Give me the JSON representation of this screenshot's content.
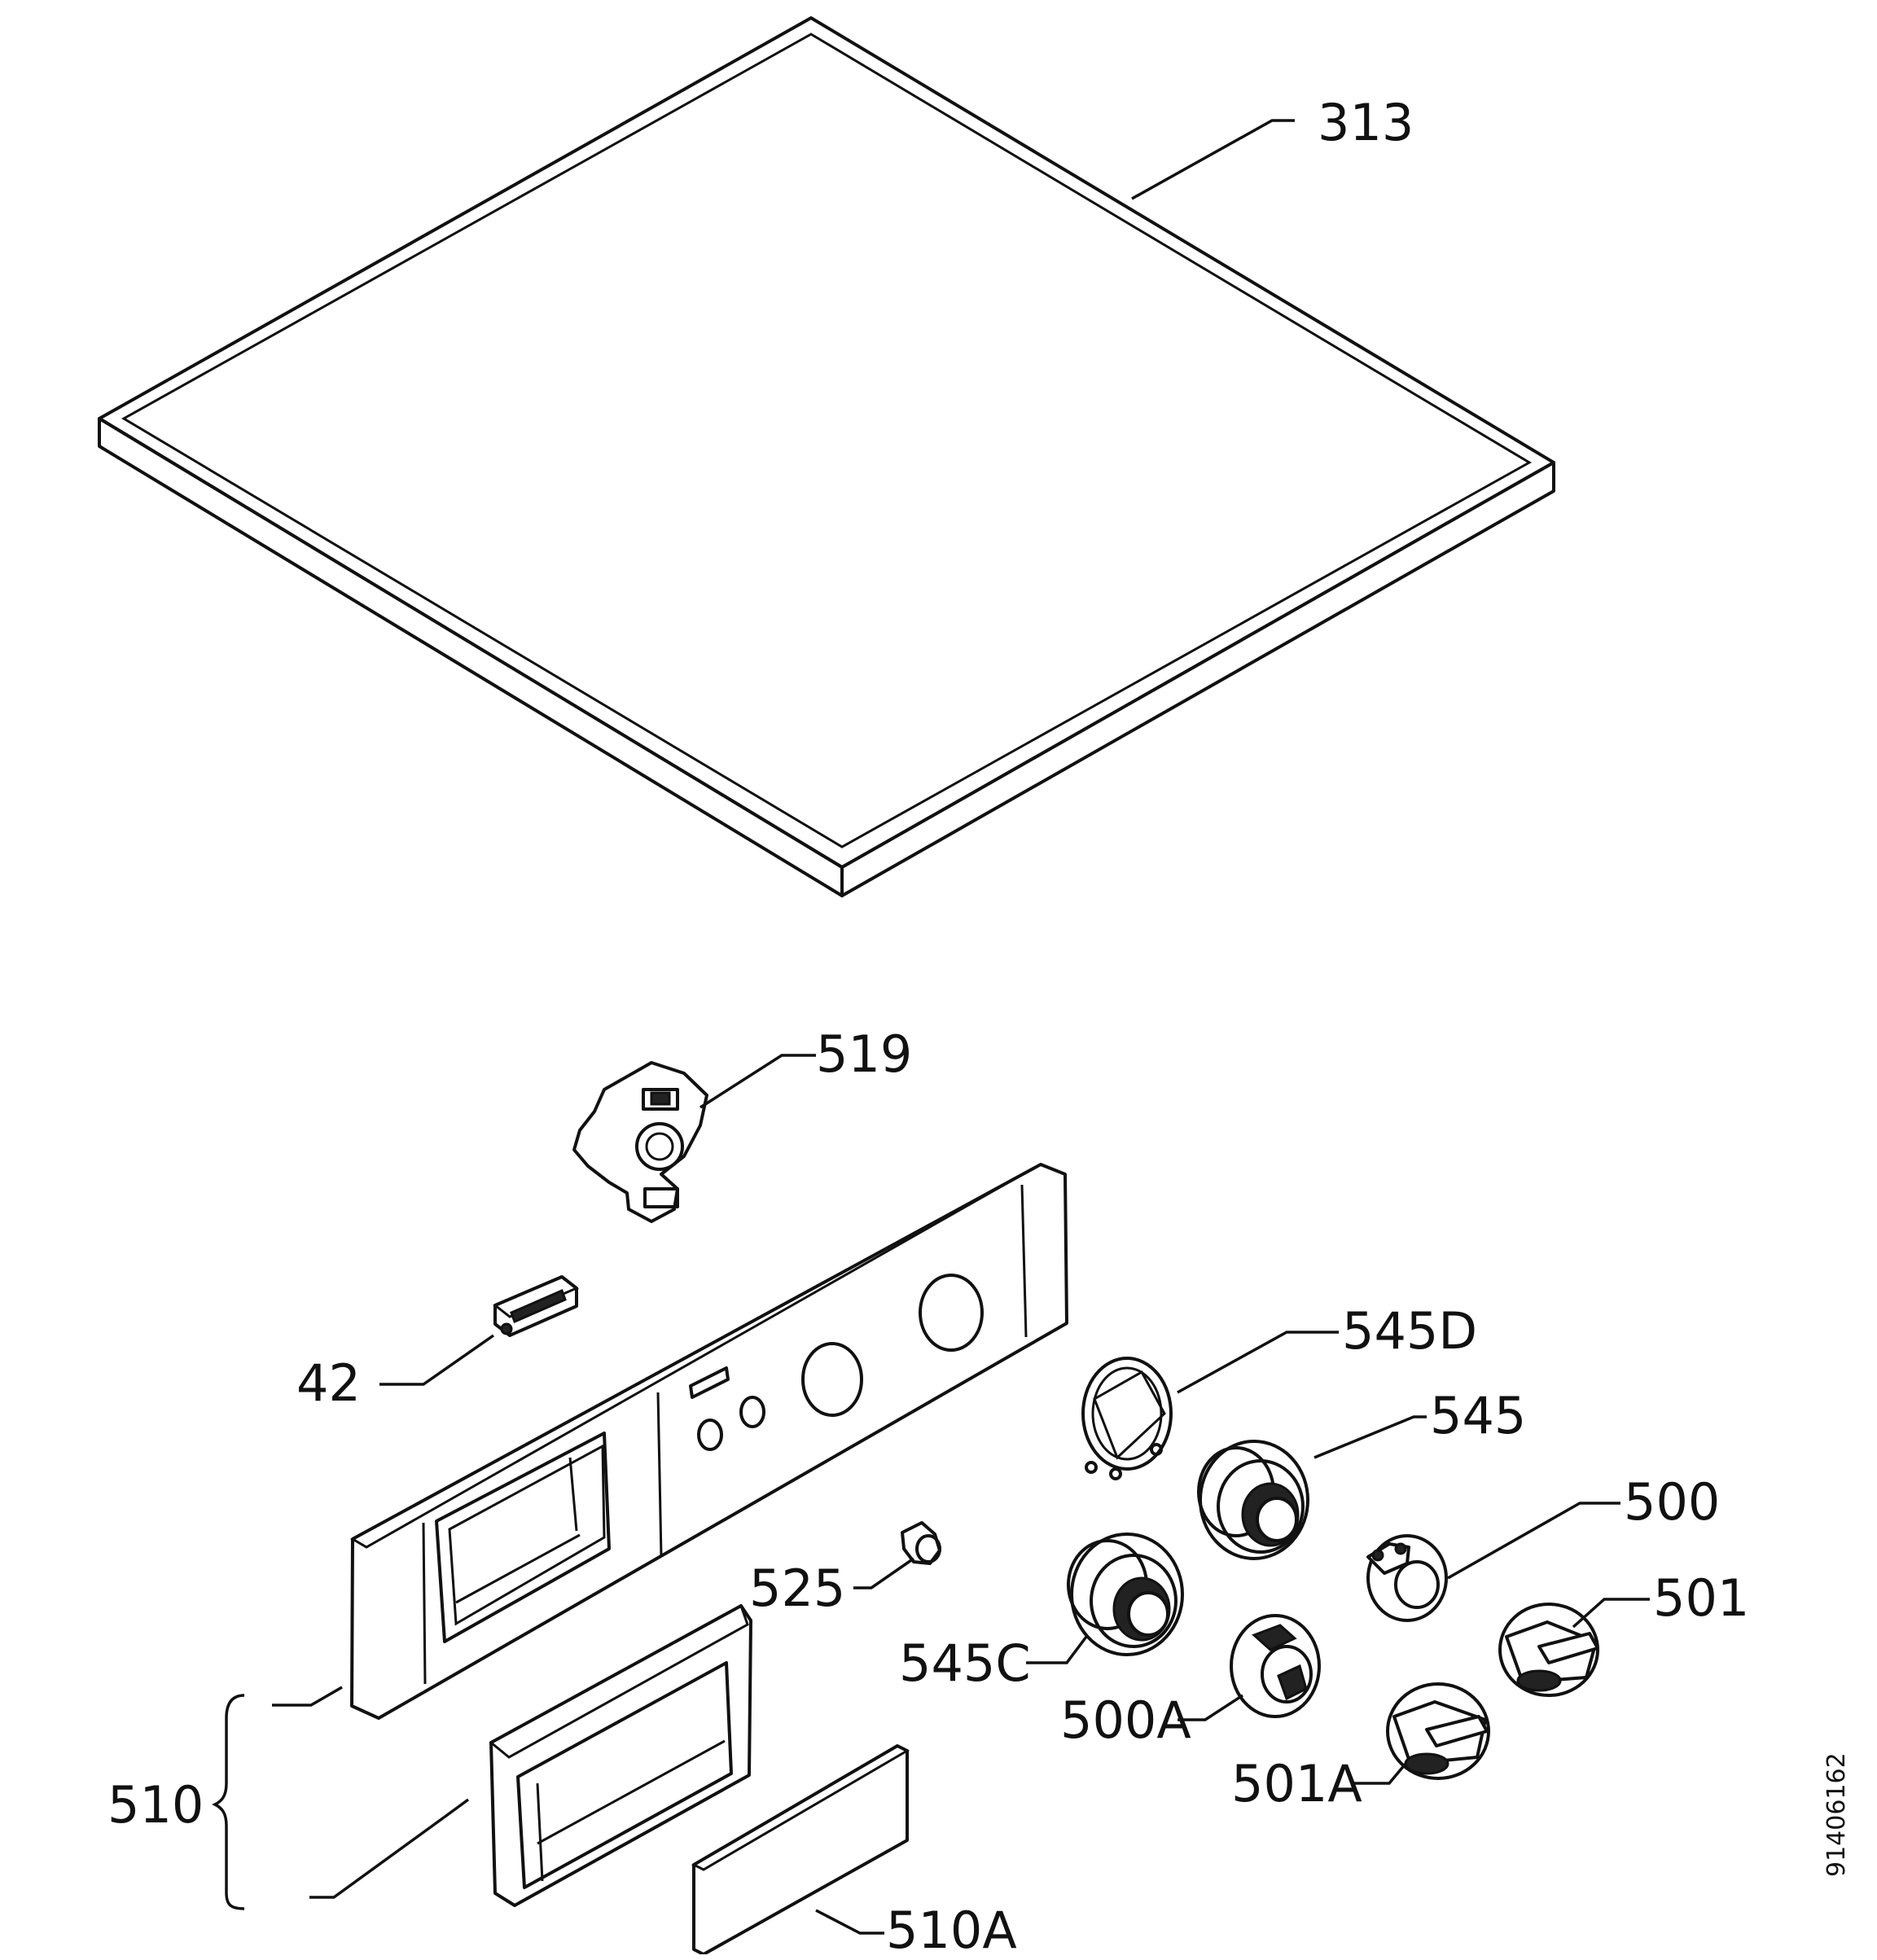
{
  "callouts": [
    {
      "id": "313",
      "text": "313"
    },
    {
      "id": "519",
      "text": "519"
    },
    {
      "id": "42",
      "text": "42"
    },
    {
      "id": "545D",
      "text": "545D"
    },
    {
      "id": "545",
      "text": "545"
    },
    {
      "id": "500",
      "text": "500"
    },
    {
      "id": "525",
      "text": "525"
    },
    {
      "id": "501",
      "text": "501"
    },
    {
      "id": "545C",
      "text": "545C"
    },
    {
      "id": "500A",
      "text": "500A"
    },
    {
      "id": "510",
      "text": "510"
    },
    {
      "id": "501A",
      "text": "501A"
    },
    {
      "id": "510A",
      "text": "510A"
    }
  ],
  "document_id": "91406162"
}
